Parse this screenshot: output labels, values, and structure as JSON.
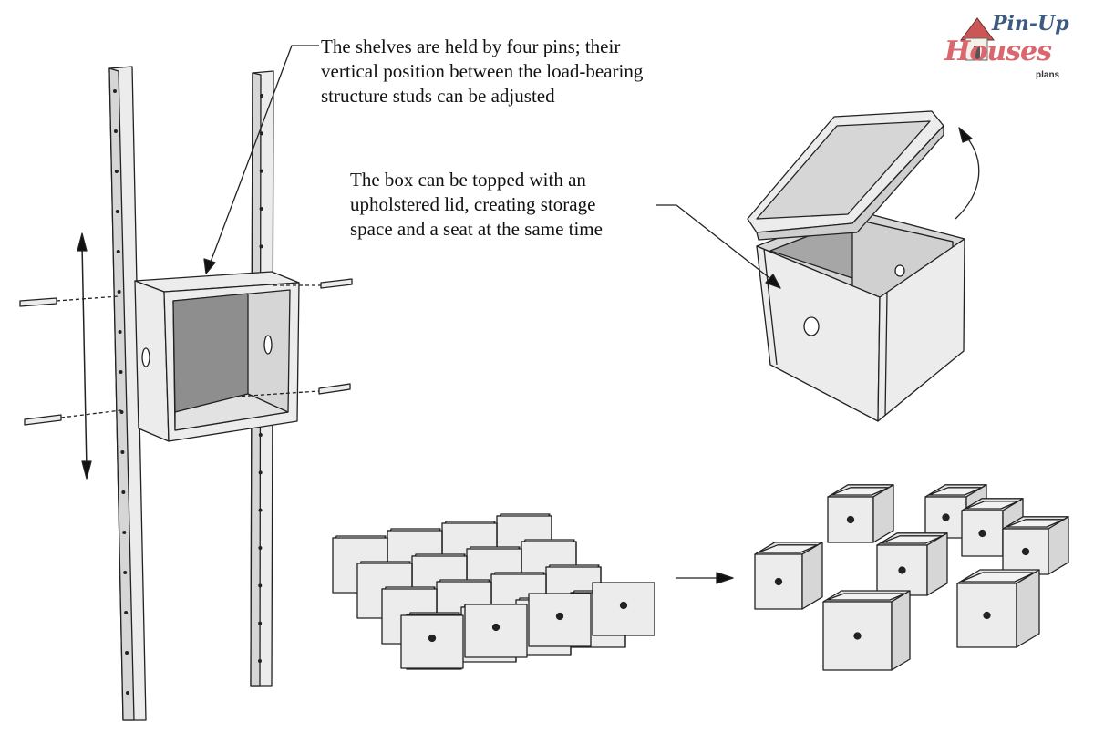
{
  "annotations": {
    "pins": [
      "The shelves are held by four pins; their",
      "vertical position between the load-bearing",
      "structure studs can be adjusted"
    ],
    "lid": [
      "The box can be topped with an",
      "upholstered lid, creating storage",
      "space and a seat at the same time"
    ]
  },
  "logo": {
    "line1": "Pin-Up",
    "line2": "Houses",
    "line3": "plans"
  },
  "colors": {
    "face_light": "#ececec",
    "face_mid": "#d6d6d6",
    "face_dark": "#8e8e8e",
    "stroke": "#222222",
    "logo_red": "#d9676d",
    "logo_blue": "#3d5a80"
  }
}
